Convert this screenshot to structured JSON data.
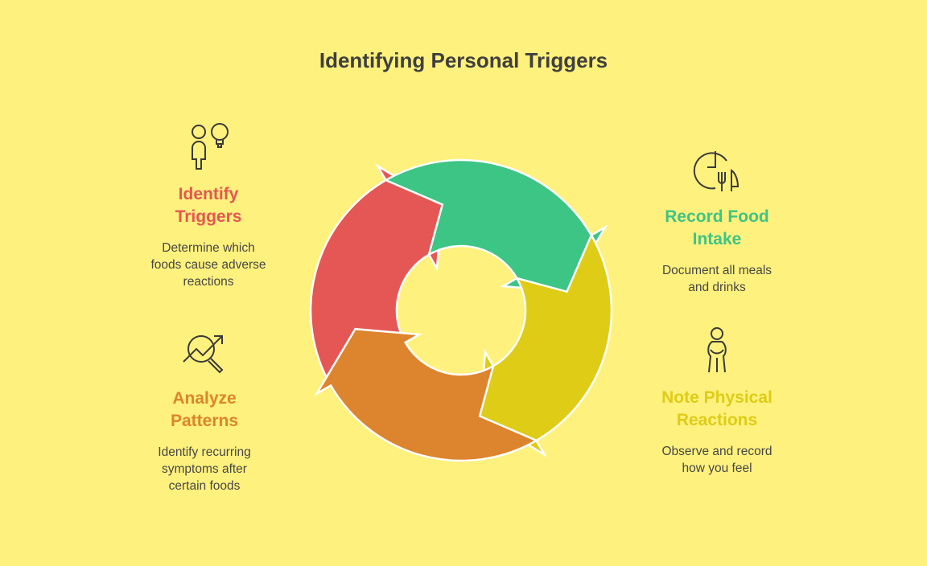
{
  "title": "Identifying Personal Triggers",
  "colors": {
    "background": "#FEF17D",
    "red": "#E55754",
    "green": "#3DC585",
    "yellow": "#DFCC17",
    "orange": "#DD842E"
  },
  "steps": [
    {
      "title_line1": "Identify",
      "title_line2": "Triggers",
      "desc_lines": [
        "Determine which",
        "foods cause adverse",
        "reactions"
      ],
      "color": "#E55754",
      "icon": "person-lightbulb-icon"
    },
    {
      "title_line1": "Record Food",
      "title_line2": "Intake",
      "desc_lines": [
        "Document all meals",
        "and drinks"
      ],
      "color": "#3DC585",
      "icon": "clock-fork-knife-icon"
    },
    {
      "title_line1": "Note Physical",
      "title_line2": "Reactions",
      "desc_lines": [
        "Observe and record",
        "how you feel"
      ],
      "color": "#DFCC17",
      "icon": "person-holding-stomach-icon"
    },
    {
      "title_line1": "Analyze",
      "title_line2": "Patterns",
      "desc_lines": [
        "Identify recurring",
        "symptoms after",
        "certain foods"
      ],
      "color": "#DD842E",
      "icon": "magnifier-trend-icon"
    }
  ]
}
